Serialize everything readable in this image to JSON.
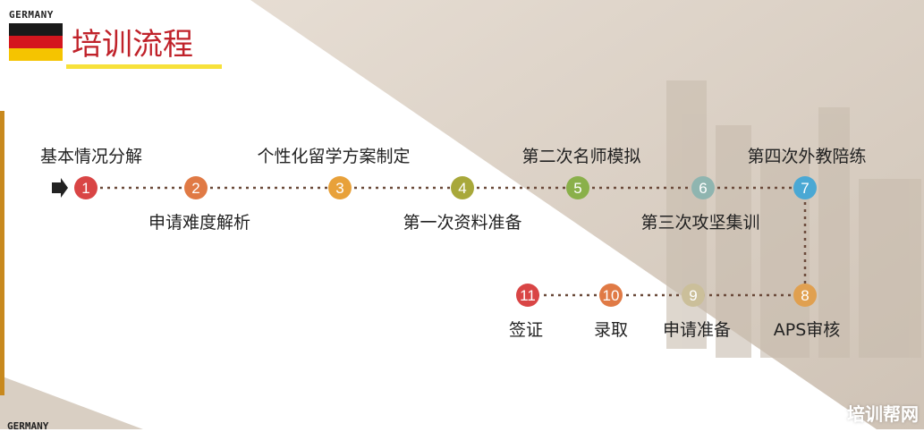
{
  "header": {
    "country_label": "GERMANY",
    "title": "培训流程"
  },
  "footer": {
    "country_label": "GERMANY"
  },
  "watermark": {
    "text": "培训帮网",
    "icon": "sun-logo-icon"
  },
  "colors": {
    "title": "#c0222a",
    "underline": "#f7e13a",
    "flag_black": "#1a1a1a",
    "flag_red": "#d4161e",
    "flag_gold": "#f5c400",
    "connector": "#6b4a3a",
    "arrow": "#222222"
  },
  "steps": [
    {
      "number": "1",
      "label": "基本情况分解",
      "color": "#d94545"
    },
    {
      "number": "2",
      "label": "申请难度解析",
      "color": "#e07a45"
    },
    {
      "number": "3",
      "label": "个性化留学方案制定",
      "color": "#e8a13a"
    },
    {
      "number": "4",
      "label": "第一次资料准备",
      "color": "#a8a83a"
    },
    {
      "number": "5",
      "label": "第二次名师模拟",
      "color": "#8ab04a"
    },
    {
      "number": "6",
      "label": "第三次攻坚集训",
      "color": "#8fb5b0"
    },
    {
      "number": "7",
      "label": "第四次外教陪练",
      "color": "#4aa8d4"
    },
    {
      "number": "8",
      "label": "APS审核",
      "color": "#e0a050"
    },
    {
      "number": "9",
      "label": "申请准备",
      "color": "#cbbf9a"
    },
    {
      "number": "10",
      "label": "录取",
      "color": "#e07a45"
    },
    {
      "number": "11",
      "label": "签证",
      "color": "#d94545"
    }
  ]
}
